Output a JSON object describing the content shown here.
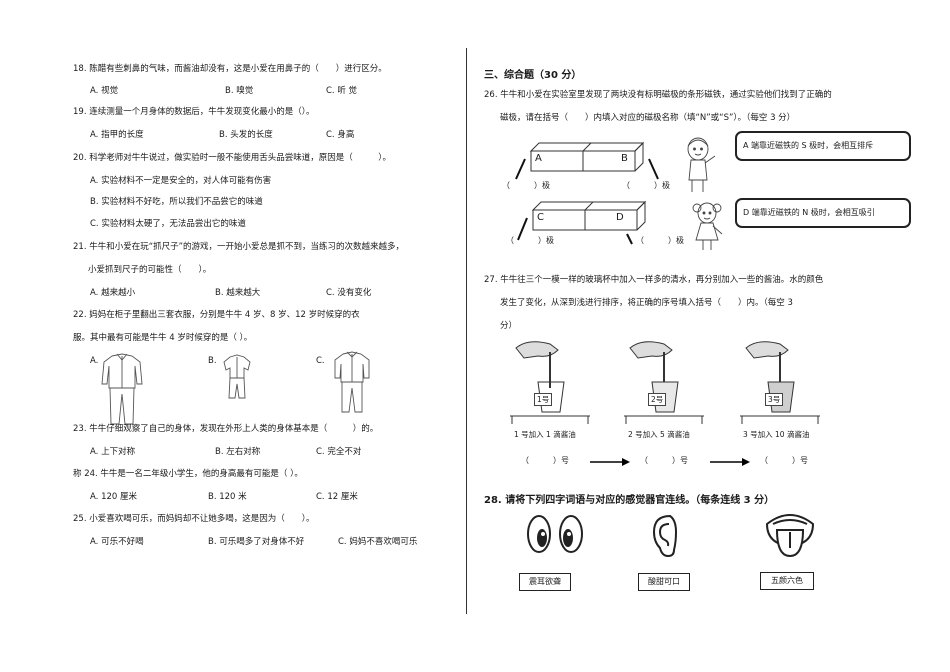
{
  "left": {
    "q18": {
      "stem": "18. 陈醋有些刺鼻的气味，而酱油却没有，这是小爱在用鼻子的（　　）进行区分。",
      "a": "A. 视觉",
      "b": "B. 嗅觉",
      "c": "C. 听 觉"
    },
    "q19": {
      "stem": "19. 连续测量一个月身体的数据后，牛牛发现变化最小的是（）。",
      "a": "A. 指甲的长度",
      "b": "B. 头发的长度",
      "c": "C. 身高"
    },
    "q20": {
      "stem": "20. 科学老师对牛牛说过，做实验时一般不能使用舌头品尝味道，原因是（　　　）。",
      "a": "A. 实验材料不一定是安全的，对人体可能有伤害",
      "b": "B. 实验材料不好吃，所以我们不品尝它的味道",
      "c": "C. 实验材料太硬了，无法品尝出它的味道"
    },
    "q21": {
      "stem1": "21. 牛牛和小爱在玩“抓尺子”的游戏，一开始小爱总是抓不到，当练习的次数越来越多，",
      "stem2": "小爱抓到尺子的可能性（　　）。",
      "a": "A. 越来越小",
      "b": "B. 越来越大",
      "c": "C. 没有变化"
    },
    "q22": {
      "stem1": "22. 妈妈在柜子里翻出三套衣服，分别是牛牛 4 岁、8 岁、12 岁时候穿的衣",
      "stem2": "服。其中最有可能是牛牛 4 岁时候穿的是（ ）。",
      "a": "A.",
      "b": "B.",
      "c": "C."
    },
    "q23": {
      "stem": "23. 牛牛仔细观察了自己的身体，发现在外形上人类的身体基本是（　　　）的。",
      "a": "A. 上下对称",
      "b": "B. 左右对称",
      "c": "C. 完全不对"
    },
    "q24": {
      "stem": "称 24. 牛牛是一名二年级小学生，他的身高最有可能是（ ）。",
      "a": "A. 120 厘米",
      "b": "B. 120 米",
      "c": "C. 12 厘米"
    },
    "q25": {
      "stem": "25. 小爱喜欢喝可乐，而妈妈却不让她多喝，这是因为（　　）。",
      "a": "A. 可乐不好喝",
      "b": "B. 可乐喝多了对身体不好",
      "c": "C. 妈妈不喜欢喝可乐"
    }
  },
  "right": {
    "section_title": "三、综合题（30 分）",
    "q26": {
      "stem1": "26. 牛牛和小爱在实验室里发现了两块没有标明磁极的条形磁铁，通过实验他们找到了正确的",
      "stem2": "磁极，请在括号（　　）内填入对应的磁极名称（填“N”或“S”）。（每空 3 分）",
      "label_a": "A",
      "label_b": "B",
      "label_c": "C",
      "label_d": "D",
      "bubble1": "A 端靠近磁铁的 S 极时，会相互排斥",
      "bubble2": "D 端靠近磁铁的 N 极时，会相互吸引",
      "blank1": "（　　　）极",
      "blank2": "（　　　）极",
      "blank3": "（　　　）极",
      "blank4": "（　　　）极"
    },
    "q27": {
      "stem1": "27. 牛牛往三个一模一样的玻璃杯中加入一样多的清水，再分别加入一些的酱油。水的颜色",
      "stem2": "发生了变化，从深到浅进行排序，将正确的序号填入括号（　　）内。（每空 3",
      "stem3": "分）",
      "cup1": "1号",
      "cup2": "2号",
      "cup3": "3号",
      "cap1": "1 号加入 1 滴酱油",
      "cap2": "2 号加入 5 滴酱油",
      "cap3": "3 号加入 10 滴酱油",
      "ans1": "（　　　）号",
      "ans2": "（　　　）号",
      "ans3": "（　　　）号"
    },
    "q28": {
      "stem": "28. 请将下列四字词语与对应的感觉器官连线。（每条连线 3 分）",
      "word1": "震耳欲聋",
      "word2": "酸甜可口",
      "word3": "五颜六色"
    }
  }
}
